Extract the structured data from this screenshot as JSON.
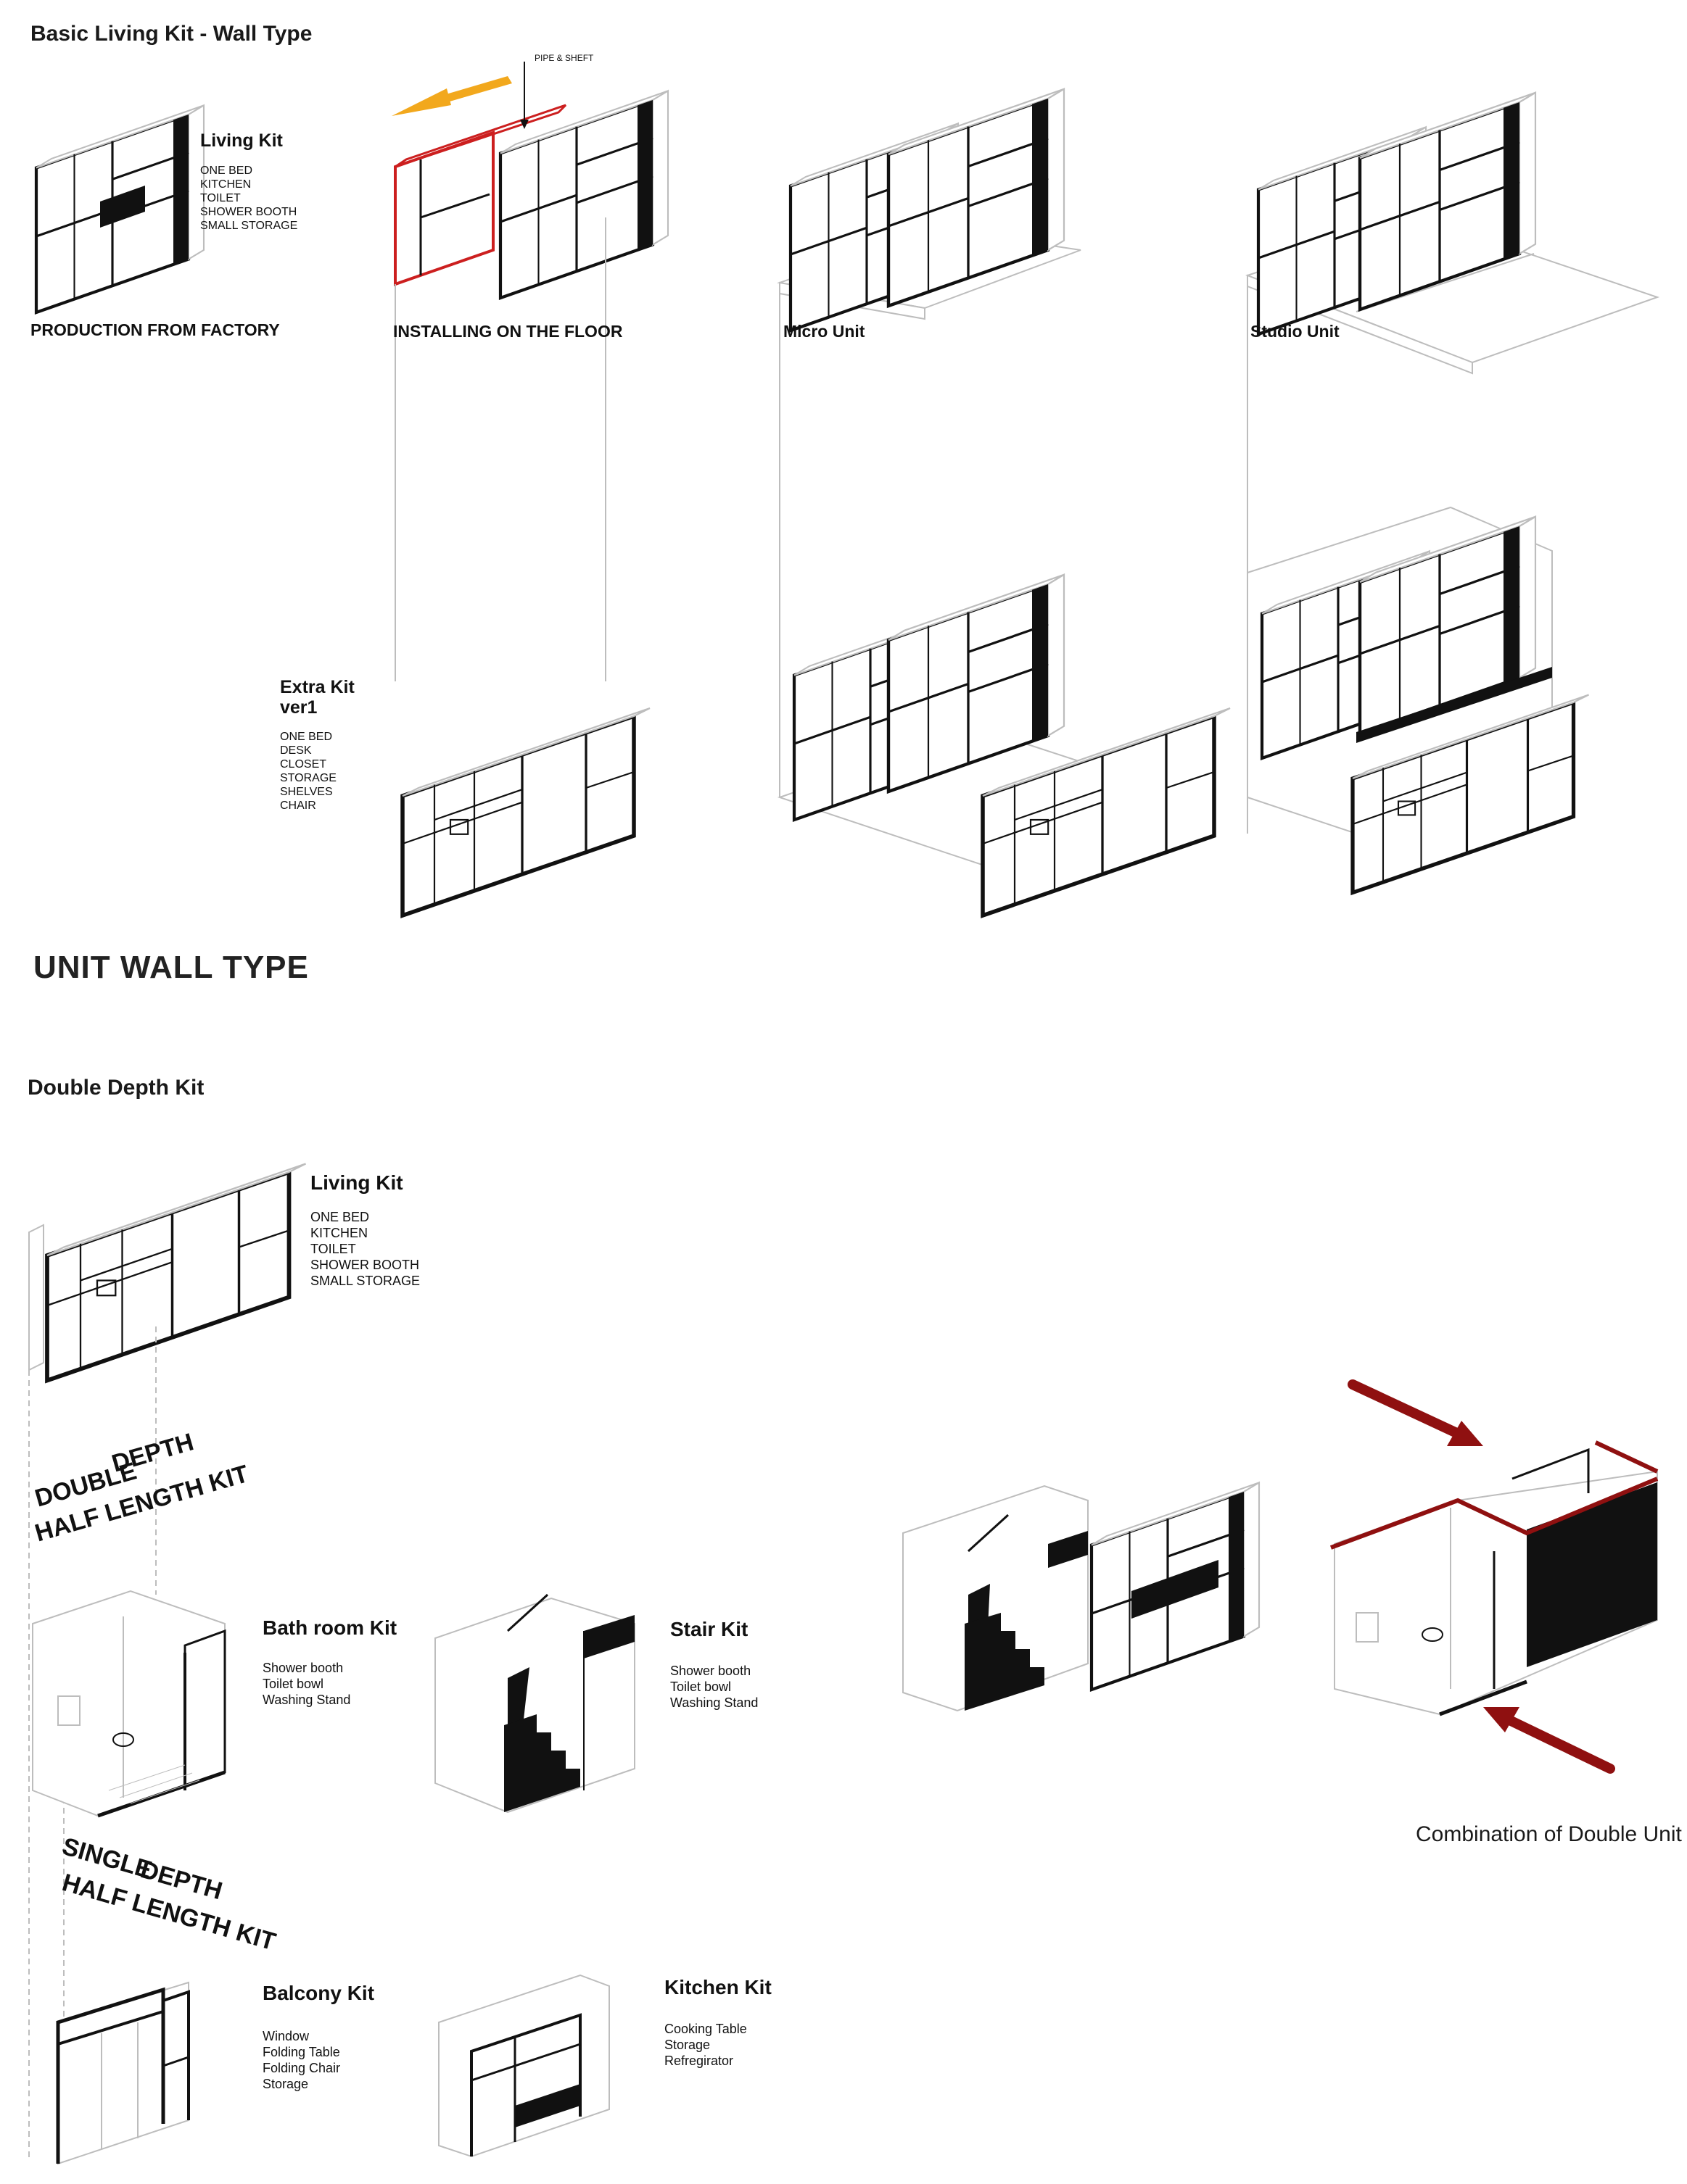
{
  "top": {
    "heading": "Basic Living Kit - Wall Type",
    "pipe_label": "PIPE & SHEFT",
    "living_kit": {
      "title": "Living Kit",
      "items": [
        "ONE BED",
        "KITCHEN",
        "TOILET",
        "SHOWER BOOTH",
        "SMALL STORAGE"
      ]
    },
    "captions": {
      "production": "PRODUCTION FROM FACTORY",
      "installing": "INSTALLING ON THE FLOOR",
      "micro": "Micro Unit",
      "studio": "Studio Unit"
    },
    "extra_kit": {
      "title_line1": "Extra Kit",
      "title_line2": "ver1",
      "items": [
        "ONE BED",
        "DESK",
        "CLOSET",
        "STORAGE",
        "SHELVES",
        "CHAIR"
      ]
    }
  },
  "section_title": "UNIT WALL TYPE",
  "bottom": {
    "heading": "Double Depth Kit",
    "living_kit": {
      "title": "Living Kit",
      "items": [
        "ONE BED",
        "KITCHEN",
        "TOILET",
        "SHOWER BOOTH",
        "SMALL STORAGE"
      ]
    },
    "double_label": {
      "line1a": "DOUBLE",
      "line1b": "DEPTH",
      "line2": "HALF LENGTH KIT"
    },
    "single_label": {
      "line1a": "SINGLE",
      "line1b": "DEPTH",
      "line2": "HALF LENGTH KIT"
    },
    "bathroom_kit": {
      "title": "Bath room Kit",
      "items": [
        "Shower booth",
        "Toilet bowl",
        "Washing Stand"
      ]
    },
    "stair_kit": {
      "title": "Stair Kit",
      "items": [
        "Shower booth",
        "Toilet bowl",
        "Washing Stand"
      ]
    },
    "balcony_kit": {
      "title": "Balcony Kit",
      "items": [
        "Window",
        "Folding Table",
        "Folding Chair",
        "Storage"
      ]
    },
    "kitchen_kit": {
      "title": "Kitchen Kit",
      "items": [
        "Cooking Table",
        "Storage",
        "Refregirator"
      ]
    },
    "combination_caption": "Combination of Double Unit"
  },
  "colors": {
    "highlight_red": "#cc1f1f",
    "arrow_orange": "#f2a81d",
    "arrow_darkred": "#8f1010",
    "line_black": "#111111",
    "line_grey": "#bdbdbd"
  }
}
